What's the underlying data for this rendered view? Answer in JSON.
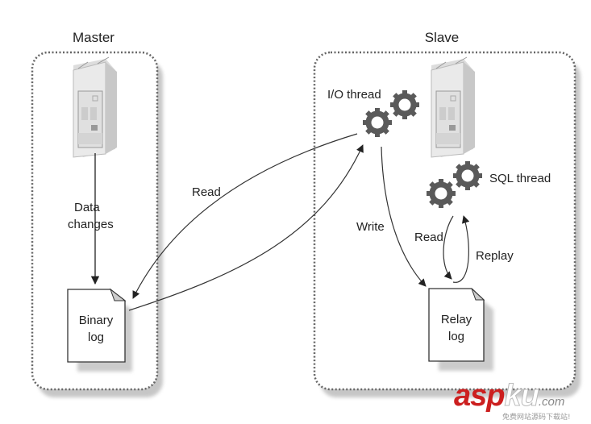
{
  "master": {
    "title": "Master",
    "server_icon": "server-icon",
    "data_changes_label": [
      "Data",
      "changes"
    ],
    "binary_log_label": [
      "Binary",
      "log"
    ]
  },
  "slave": {
    "title": "Slave",
    "server_icon": "server-icon",
    "io_thread_label": "I/O thread",
    "sql_thread_label": "SQL thread",
    "relay_log_label": [
      "Relay",
      "log"
    ],
    "write_label": "Write",
    "read_label": "Read",
    "replay_label": "Replay"
  },
  "link": {
    "read_label": "Read"
  },
  "watermark": {
    "brand_red": "asp",
    "brand_white": "ku",
    "domain": ".com",
    "subtitle": "免费网站源码下载站!"
  },
  "colors": {
    "gear": "#5a5a5a",
    "line": "#333333",
    "watermark_red": "#cc1f1f"
  }
}
